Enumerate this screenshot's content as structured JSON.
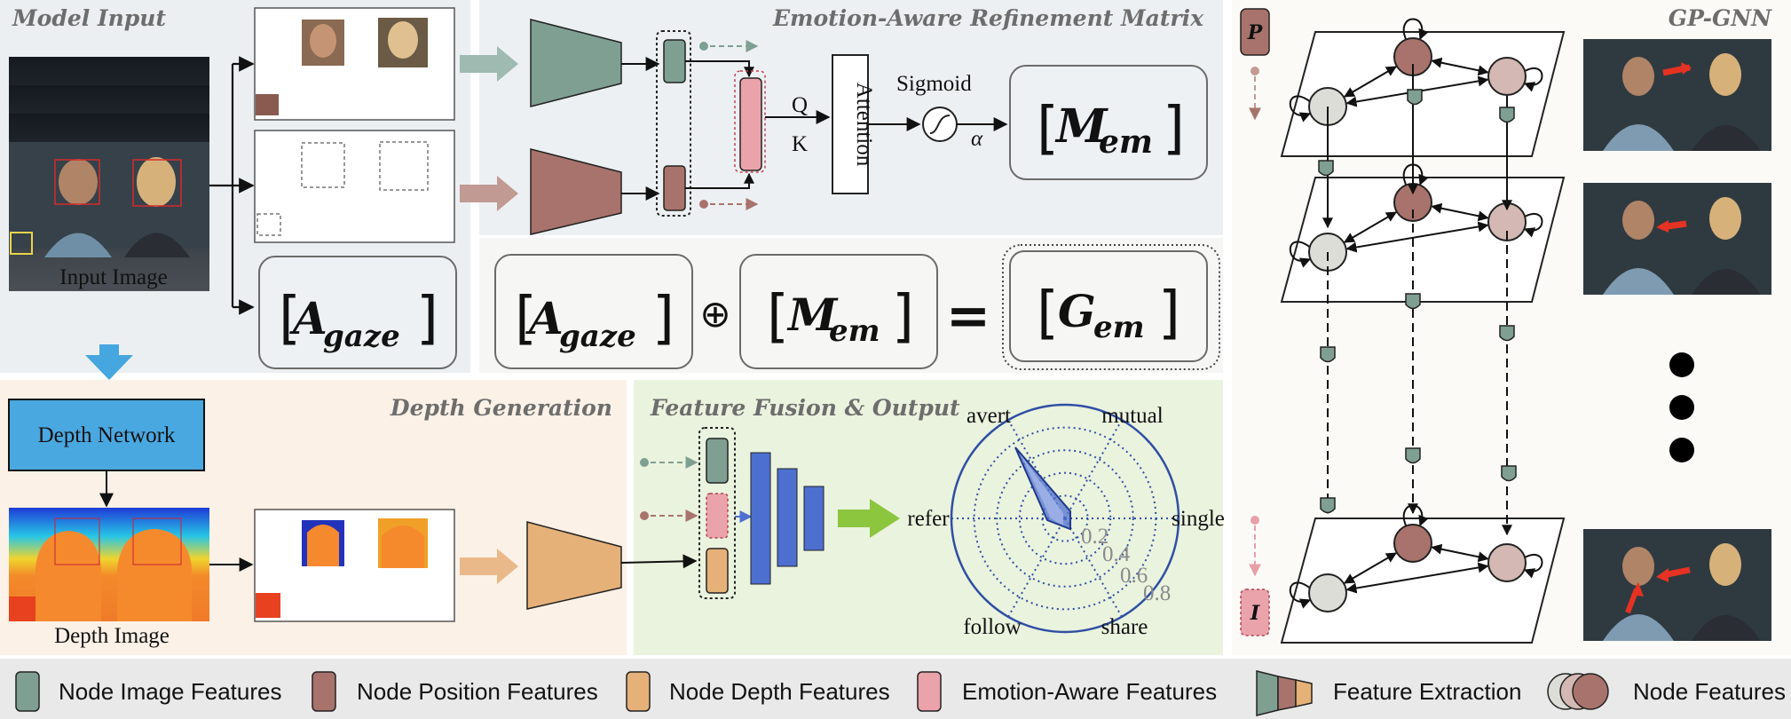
{
  "panels": {
    "model_input": "Model Input",
    "emotion": "Emotion-Aware Refinement Matrix",
    "gpgnn": "GP-GNN",
    "depth_gen": "Depth Generation",
    "fusion": "Feature Fusion & Output"
  },
  "labels": {
    "input_image": "Input Image",
    "depth_image": "Depth Image",
    "depth_network": "Depth Network",
    "attention": "Attention",
    "sigmoid": "Sigmoid",
    "q": "Q",
    "k": "K",
    "alpha": "α",
    "p_tag": "P",
    "i_tag": "I"
  },
  "math": {
    "a_main": "A",
    "a_sub": "gaze",
    "m_main": "M",
    "m_sub": "em",
    "g_main": "G",
    "g_sub": "em",
    "oplus": "⊕",
    "equals": "="
  },
  "radar": {
    "axes": [
      "avert",
      "mutual",
      "single",
      "share",
      "follow",
      "refer"
    ],
    "ticks": [
      "0.2",
      "0.4",
      "0.6",
      "0.8"
    ]
  },
  "legend": [
    {
      "label": "Node Image Features",
      "color": "#7f9f92"
    },
    {
      "label": "Node Position Features",
      "color": "#a8736c"
    },
    {
      "label": "Node Depth Features",
      "color": "#e6b178"
    },
    {
      "label": "Emotion-Aware Features",
      "color": "#eaa3ab"
    },
    {
      "label": "Feature Extraction",
      "color": "#7f9f92"
    },
    {
      "label": "Node Features",
      "color": "#c9a59f"
    }
  ],
  "colors": {
    "image_feat": "#7f9f92",
    "position_feat": "#a8736c",
    "depth_feat": "#e6b178",
    "emotion_feat": "#eaa3ab",
    "blue_net": "#4d6fcf",
    "depth_net_box": "#4aa8e0",
    "green_arrow": "#8cc63f"
  }
}
